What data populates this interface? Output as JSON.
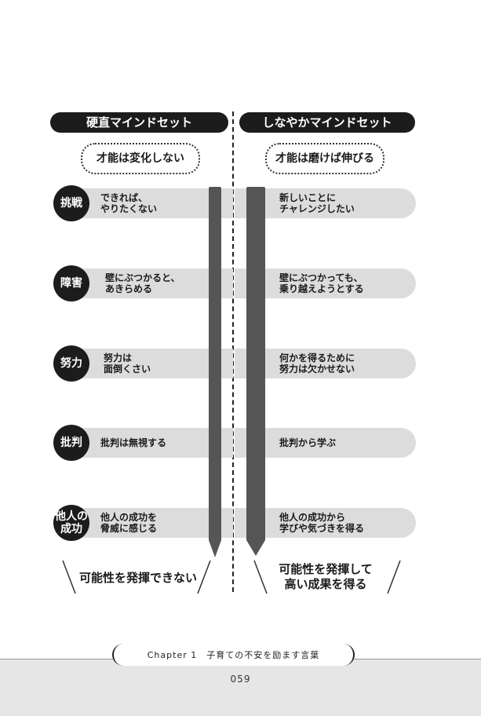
{
  "header": {
    "left_title": "硬直マインドセット",
    "right_title": "しなやかマインドセット"
  },
  "belief": {
    "left": "才能は変化しない",
    "right": "才能は磨けば伸びる"
  },
  "rows": [
    {
      "category": "挑戦",
      "left": "できれば、\nやりたくない",
      "right": "新しいことに\nチャレンジしたい"
    },
    {
      "category": "障害",
      "left": "壁にぶつかると、\nあきらめる",
      "right": "壁にぶつかっても、\n乗り越えようとする"
    },
    {
      "category": "努力",
      "left": "努力は\n面倒くさい",
      "right": "何かを得るために\n努力は欠かせない"
    },
    {
      "category": "批判",
      "left": "批判は無視する",
      "right": "批判から学ぶ"
    },
    {
      "category": "他人の\n成功",
      "left": "他人の成功を\n脅威に感じる",
      "right": "他人の成功から\n学びや気づきを得る"
    }
  ],
  "result": {
    "left": "可能性を発揮できない",
    "right": "可能性を発揮して\n高い成果を得る"
  },
  "footer": {
    "chapter": "Chapter 1　子育ての不安を励ます言葉",
    "page_number": "059"
  },
  "colors": {
    "pill": "#1c1c1c",
    "band": "#dcdcdc",
    "pencil": "#555555",
    "footer": "#e6e6e6"
  }
}
